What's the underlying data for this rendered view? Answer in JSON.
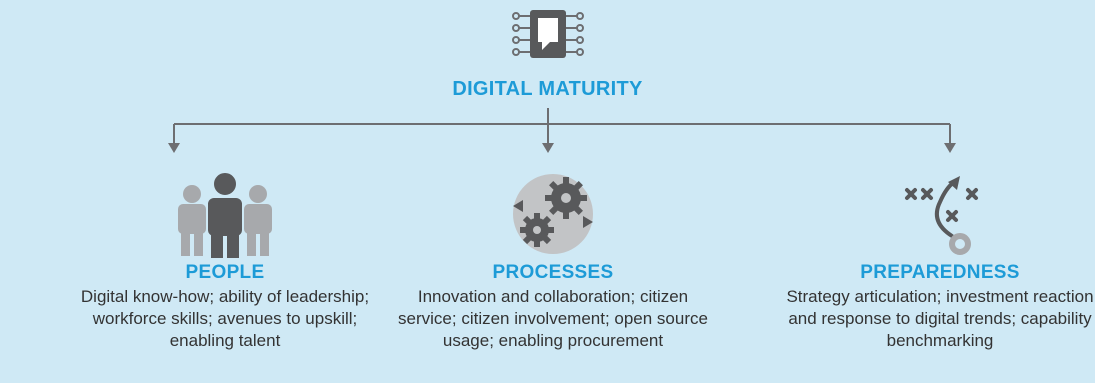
{
  "title": "DIGITAL MATURITY",
  "icons": {
    "top": "circuit-chip-icon",
    "people": "people-group-icon",
    "processes": "gears-cycle-icon",
    "preparedness": "strategy-play-icon",
    "connector": "arrow-down-icon"
  },
  "colors": {
    "background": "#cfe9f5",
    "accent": "#1d9bd7",
    "icon_dark": "#58595b",
    "icon_light": "#a7a9ac",
    "text": "#333333"
  },
  "columns": [
    {
      "heading": "PEOPLE",
      "description": "Digital know-how; ability of leadership; workforce skills; avenues to upskill; enabling talent"
    },
    {
      "heading": "PROCESSES",
      "description": "Innovation and collaboration; citizen service; citizen involvement; open source usage; enabling procurement"
    },
    {
      "heading": "PREPAREDNESS",
      "description": "Strategy articulation; investment reaction and response to digital trends; capability benchmarking"
    }
  ]
}
